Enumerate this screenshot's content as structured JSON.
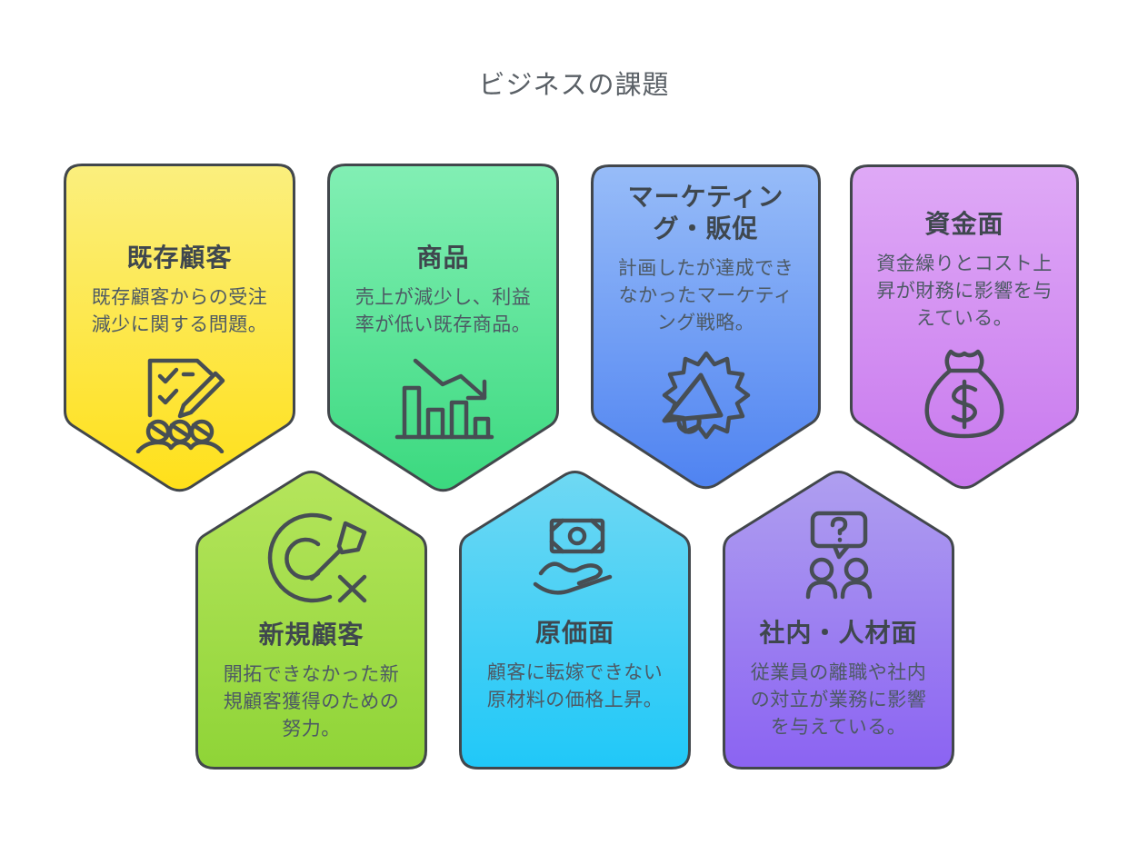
{
  "page": {
    "title": "ビジネスの課題",
    "background_color": "#ffffff",
    "title_color": "#5a6066",
    "card_border_color": "#42474c",
    "card_title_color": "#3f474e",
    "card_body_color": "#4d5964",
    "icon_stroke_color": "#474e54"
  },
  "cards": [
    {
      "id": "existing-customers",
      "title": "既存顧客",
      "body": "既存顧客からの受注\n減少に関する問題。",
      "icon": "survey-people-icon",
      "color_top": "#fbef7e",
      "color_bottom": "#ffe01a",
      "shape": "pennant-down"
    },
    {
      "id": "products",
      "title": "商品",
      "body": "売上が減少し、利益\n率が低い既存商品。",
      "icon": "declining-chart-icon",
      "color_top": "#82efb4",
      "color_bottom": "#3bd97f",
      "shape": "pennant-down"
    },
    {
      "id": "marketing-promotion",
      "title": "マーケティン\nグ・販促",
      "body": "計画したが達成でき\nなかったマーケティ\nング戦略。",
      "icon": "megaphone-icon",
      "color_top": "#97bcf8",
      "color_bottom": "#4f83f1",
      "shape": "pennant-down"
    },
    {
      "id": "funding",
      "title": "資金面",
      "body": "資金繰りとコスト上\n昇が財務に影響を与\nえている。",
      "icon": "money-bag-icon",
      "color_top": "#dfa9f6",
      "color_bottom": "#c878ee",
      "shape": "pennant-down"
    },
    {
      "id": "new-customers",
      "title": "新規顧客",
      "body": "開拓できなかった新\n規顧客獲得のための\n努力。",
      "icon": "target-miss-icon",
      "color_top": "#b5e55c",
      "color_bottom": "#8fd437",
      "shape": "pennant-up"
    },
    {
      "id": "costs",
      "title": "原価面",
      "body": "顧客に転嫁できない\n原材料の価格上昇。",
      "icon": "money-hand-icon",
      "color_top": "#6fd8f3",
      "color_bottom": "#20c8f8",
      "shape": "pennant-up"
    },
    {
      "id": "internal-hr",
      "title": "社内・人材面",
      "body": "従業員の離職や社内\nの対立が業務に影響\nを与えている。",
      "icon": "people-question-icon",
      "color_top": "#af9ff0",
      "color_bottom": "#8b63f2",
      "shape": "pennant-up"
    }
  ]
}
